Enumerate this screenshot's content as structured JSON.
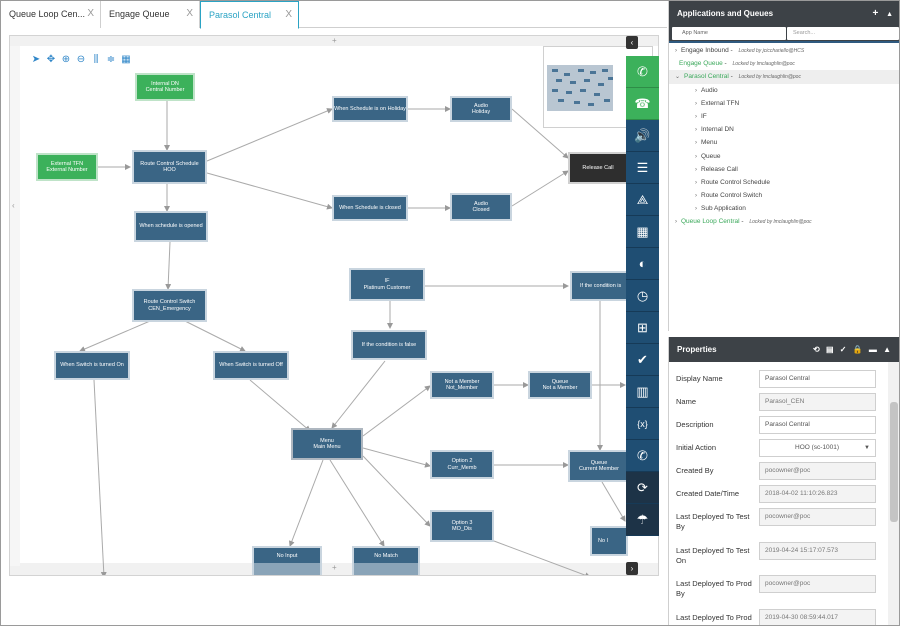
{
  "tabs": [
    {
      "label": "Queue Loop Cen...",
      "close": "X"
    },
    {
      "label": "Engage Queue",
      "close": "X"
    },
    {
      "label": "Parasol Central",
      "close": "X"
    }
  ],
  "canvas": {
    "nodes": [
      {
        "key": "internal_dn",
        "label": "Internal DN\nCentral Number",
        "style": "green"
      },
      {
        "key": "external_tfn",
        "label": "External TFN\nExternal Number",
        "style": "green"
      },
      {
        "key": "rcs_hoo",
        "label": "Route Control Schedule\nHOO",
        "style": "blue"
      },
      {
        "key": "sched_holiday",
        "label": "When Schedule is on Holiday",
        "style": "blue"
      },
      {
        "key": "audio_holiday",
        "label": "Audio\nHoliday",
        "style": "blue"
      },
      {
        "key": "release_call",
        "label": "Release Call",
        "style": "black"
      },
      {
        "key": "sched_closed",
        "label": "When Schedule is closed",
        "style": "blue"
      },
      {
        "key": "audio_closed",
        "label": "Audio\nClosed",
        "style": "blue"
      },
      {
        "key": "sched_opened",
        "label": "When schedule is opened",
        "style": "blue"
      },
      {
        "key": "rcsw",
        "label": "Route Control Switch\nCEN_Emergency",
        "style": "blue"
      },
      {
        "key": "if_platinum",
        "label": "IF\nPlatinum Customer",
        "style": "blue"
      },
      {
        "key": "if_cond_true",
        "label": "If the condition is",
        "style": "blue"
      },
      {
        "key": "if_cond_false",
        "label": "If the condition is false",
        "style": "blue"
      },
      {
        "key": "switch_on",
        "label": "When Switch is turned On",
        "style": "blue"
      },
      {
        "key": "switch_off",
        "label": "When Switch is turned Off",
        "style": "blue"
      },
      {
        "key": "not_member",
        "label": "Not a Member\nNot_Member",
        "style": "blue"
      },
      {
        "key": "queue_not_member",
        "label": "Queue\nNot a Member",
        "style": "blue"
      },
      {
        "key": "menu",
        "label": "Menu\nMain Menu",
        "style": "blue"
      },
      {
        "key": "option2",
        "label": "Option 2\nCurr_Memb",
        "style": "blue"
      },
      {
        "key": "queue_current",
        "label": "Queue\nCurrent Member",
        "style": "blue"
      },
      {
        "key": "option3",
        "label": "Option 3\nMO_Dis",
        "style": "blue"
      },
      {
        "key": "no_input",
        "label": "No Input",
        "style": "partial"
      },
      {
        "key": "no_match",
        "label": "No Match",
        "style": "partial"
      },
      {
        "key": "no_right",
        "label": "No I",
        "style": "blue"
      }
    ],
    "scroll_arrows": {
      "up": "+",
      "down": "+",
      "left": "‹"
    }
  },
  "toolbar_icons": [
    "pointer-icon",
    "pan-icon",
    "zoom-in-icon",
    "zoom-out-icon",
    "align-vertical-icon",
    "align-horizontal-icon",
    "grid-icon"
  ],
  "palette": [
    {
      "icon": "call-in-icon",
      "glyph": "✆",
      "style": "green"
    },
    {
      "icon": "call-transfer-icon",
      "glyph": "☎",
      "style": "green"
    },
    {
      "icon": "audio-icon",
      "glyph": "🔊",
      "style": "blue"
    },
    {
      "icon": "list-icon",
      "glyph": "☰",
      "style": "blue"
    },
    {
      "icon": "network-icon",
      "glyph": "⟁",
      "style": "blue"
    },
    {
      "icon": "menu-grid-icon",
      "glyph": "▦",
      "style": "blue"
    },
    {
      "icon": "switch-icon",
      "glyph": "◐",
      "style": "blue"
    },
    {
      "icon": "clock-icon",
      "glyph": "◷",
      "style": "blue"
    },
    {
      "icon": "table-icon",
      "glyph": "⊞",
      "style": "blue"
    },
    {
      "icon": "condition-icon",
      "glyph": "✔",
      "style": "blue"
    },
    {
      "icon": "queue-icon",
      "glyph": "▥",
      "style": "blue"
    },
    {
      "icon": "variable-icon",
      "glyph": "{x}",
      "style": "blue"
    },
    {
      "icon": "call-forward-icon",
      "glyph": "✆",
      "style": "blue"
    },
    {
      "icon": "loop-icon",
      "glyph": "⟳",
      "style": "dark"
    },
    {
      "icon": "hangup-icon",
      "glyph": "☂",
      "style": "dark"
    }
  ],
  "apps_panel": {
    "title": "Applications and Queues",
    "add_label": "+",
    "collapse_label": "▲",
    "filter_app_name": "App Name",
    "filter_search": "Search...",
    "tree": [
      {
        "label": "Engage Inbound",
        "lock": "Locked by jcicchariello@HCS",
        "level": 0,
        "caret": "›",
        "green": false
      },
      {
        "label": "Engage Queue",
        "lock": "Locked by lmclaughlin@poc",
        "level": 0,
        "caret": "",
        "green": true
      },
      {
        "label": "Parasol Central",
        "lock": "Locked by lmclaughlin@poc",
        "level": 0,
        "caret": "⌄",
        "green": true
      },
      {
        "label": "Audio",
        "lock": "",
        "level": 1,
        "caret": "›",
        "green": false
      },
      {
        "label": "External TFN",
        "lock": "",
        "level": 1,
        "caret": "›",
        "green": false
      },
      {
        "label": "IF",
        "lock": "",
        "level": 1,
        "caret": "›",
        "green": false
      },
      {
        "label": "Internal DN",
        "lock": "",
        "level": 1,
        "caret": "›",
        "green": false
      },
      {
        "label": "Menu",
        "lock": "",
        "level": 1,
        "caret": "›",
        "green": false
      },
      {
        "label": "Queue",
        "lock": "",
        "level": 1,
        "caret": "›",
        "green": false
      },
      {
        "label": "Release Call",
        "lock": "",
        "level": 1,
        "caret": "›",
        "green": false
      },
      {
        "label": "Route Control Schedule",
        "lock": "",
        "level": 1,
        "caret": "›",
        "green": false
      },
      {
        "label": "Route Control Switch",
        "lock": "",
        "level": 1,
        "caret": "›",
        "green": false
      },
      {
        "label": "Sub Application",
        "lock": "",
        "level": 1,
        "caret": "›",
        "green": false
      },
      {
        "label": "Queue Loop Central",
        "lock": "Locked by lmclaughlin@poc",
        "level": 0,
        "caret": "›",
        "green": true
      }
    ]
  },
  "props_panel": {
    "title": "Properties",
    "header_icons": "⟲ ▤ ✓ 🔒 ▬ ▲",
    "rows": [
      {
        "label": "Display Name",
        "value": "Parasol Central",
        "readonly": false,
        "dropdown": false
      },
      {
        "label": "Name",
        "value": "Parasol_CEN",
        "readonly": true,
        "dropdown": false
      },
      {
        "label": "Description",
        "value": "Parasol Central",
        "readonly": false,
        "dropdown": false
      },
      {
        "label": "Initial Action",
        "value": "HOO (sc-1001)",
        "readonly": false,
        "dropdown": true
      },
      {
        "label": "Created By",
        "value": "pocowner@poc",
        "readonly": true,
        "dropdown": false
      },
      {
        "label": "Created Date/Time",
        "value": "2018-04-02 11:10:26.823",
        "readonly": true,
        "dropdown": false
      },
      {
        "label": "Last Deployed To Test By",
        "value": "pocowner@poc",
        "readonly": true,
        "dropdown": false
      },
      {
        "label": "Last Deployed To Test On",
        "value": "2019-04-24 15:17:07.573",
        "readonly": true,
        "dropdown": false
      },
      {
        "label": "Last Deployed To Prod By",
        "value": "pocowner@poc",
        "readonly": true,
        "dropdown": false
      },
      {
        "label": "Last Deployed To Prod On",
        "value": "2019-04-30 08:59:44.017",
        "readonly": true,
        "dropdown": false
      }
    ]
  }
}
